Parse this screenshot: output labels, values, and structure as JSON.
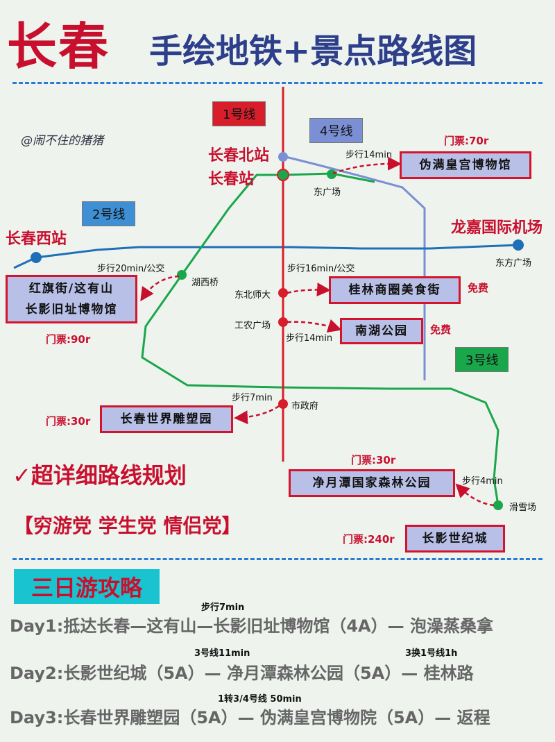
{
  "header": {
    "title_main": "长春",
    "title_sub": "手绘地铁+景点路线图"
  },
  "watermark": "@闹不住的猪猪",
  "lines": {
    "line1": "1号线",
    "line2": "2号线",
    "line3": "3号线",
    "line4": "4号线"
  },
  "line_colors": {
    "line1": "#d81e2a",
    "line2": "#1f6fb8",
    "line3": "#1aa64a",
    "line4": "#7b8fd4"
  },
  "stations": {
    "changchun_north": "长春北站",
    "changchun": "长春站",
    "east_square": "东广场",
    "changchun_west": "长春西站",
    "longjia": "龙嘉国际机场",
    "dongfang": "东方广场",
    "huxiqiao": "湖西桥",
    "dongbei_normal": "东北师大",
    "gongnong": "工农广场",
    "city_gov": "市政府",
    "ski": "滑雪场"
  },
  "walks": {
    "w1": "步行14min",
    "w2": "步行20min/公交",
    "w3": "步行16min/公交",
    "w4": "步行14min",
    "w5": "步行7min",
    "w6": "步行4min"
  },
  "attractions": {
    "a1": "伪满皇宫博物馆",
    "a2_line1": "红旗街/这有山",
    "a2_line2": "长影旧址博物馆",
    "a3": "桂林商圈美食街",
    "a4": "南湖公园",
    "a5": "长春世界雕塑园",
    "a6": "净月潭国家森林公园",
    "a7": "长影世纪城"
  },
  "tickets": {
    "t1": "门票:70r",
    "t2": "门票:90r",
    "t3": "免费",
    "t4": "免费",
    "t5": "门票:30r",
    "t6": "门票:30r",
    "t7": "门票:240r"
  },
  "slogan": "✓超详细路线规划",
  "tags": "【穷游党 学生党 情侣党】",
  "guide": {
    "title": "三日游攻略",
    "day1_note": "步行7min",
    "day1": "Day1:抵达长春—这有山—长影旧址博物馆（4A）— 泡澡蒸桑拿",
    "day2_note1": "3号线11min",
    "day2_note2": "3换1号线1h",
    "day2": "Day2:长影世纪城（5A）— 净月潭森林公园（5A）— 桂林路",
    "day3_note": "1转3/4号线 50min",
    "day3": "Day3:长春世界雕塑园（5A）— 伪满皇宫博物院（5A）— 返程"
  }
}
